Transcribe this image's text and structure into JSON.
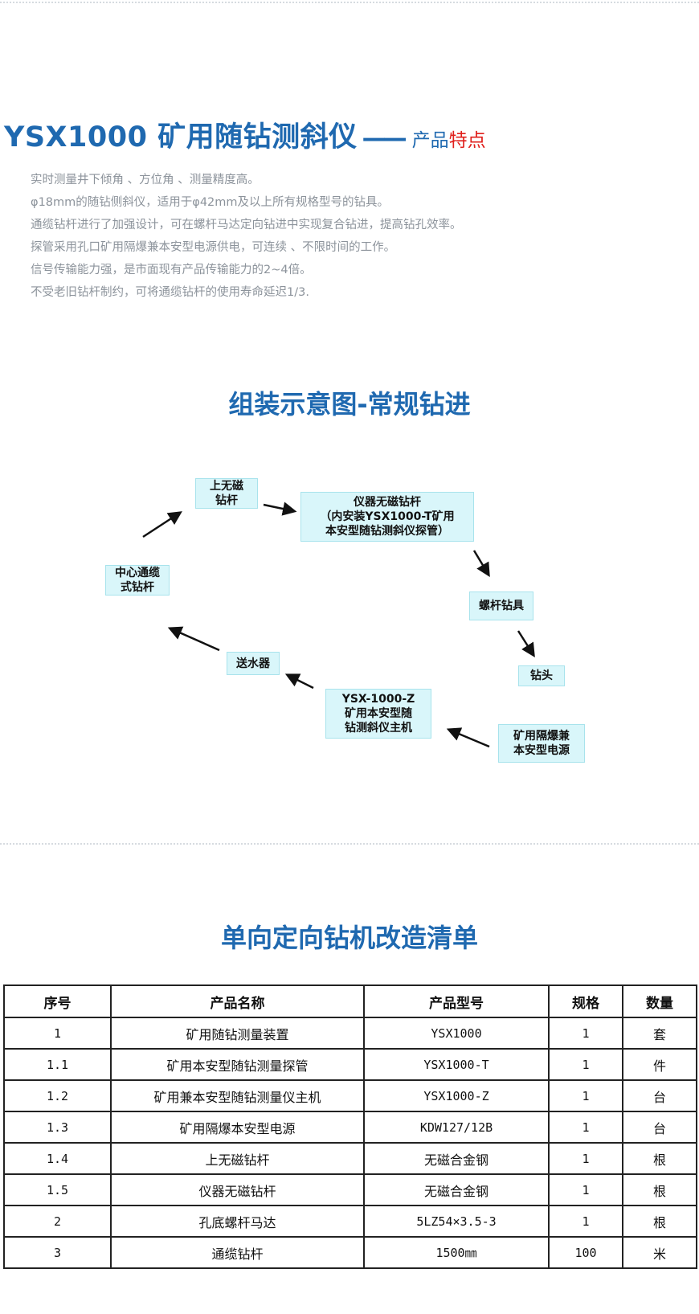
{
  "heading": {
    "title": "YSX1000 矿用随钻测斜仪",
    "dash": "——",
    "subtitle_part1": "产品",
    "subtitle_part2": "特点"
  },
  "features": [
    "实时测量井下倾角 、方位角 、测量精度高。",
    "φ18mm的随钻侧斜仪，适用于φ42mm及以上所有规格型号的钻具。",
    "通缆钻杆进行了加强设计，可在螺杆马达定向钻进中实现复合钻进，提高钻孔效率。",
    "探管采用孔口矿用隔爆兼本安型电源供电，可连续 、不限时间的工作。",
    "信号传输能力强，是市面现有产品传输能力的2~4倍。",
    "不受老旧钻杆制约，可将通缆钻杆的使用寿命延迟1/3."
  ],
  "diagram": {
    "title": "组装示意图-常规钻进",
    "nodes": {
      "upper_nonmag": "上无磁\n钻杆",
      "instrument_nonmag": "仪器无磁钻杆\n（内安装YSX1000-T矿用\n本安型随钻测斜仪探管）",
      "screw_drill": "螺杆钻具",
      "drill_bit": "钻头",
      "power_supply": "矿用隔爆兼\n本安型电源",
      "host": "YSX-1000-Z\n矿用本安型随\n钻测斜仪主机",
      "water_feeder": "送水器",
      "center_cable": "中心通缆\n式钻杆"
    }
  },
  "list": {
    "title": "单向定向钻机改造清单",
    "headers": [
      "序号",
      "产品名称",
      "产品型号",
      "规格",
      "数量"
    ],
    "rows": [
      [
        "1",
        "矿用随钻测量装置",
        "YSX1000",
        "1",
        "套"
      ],
      [
        "1.1",
        "矿用本安型随钻测量探管",
        "YSX1000-T",
        "1",
        "件"
      ],
      [
        "1.2",
        "矿用兼本安型随钻测量仪主机",
        "YSX1000-Z",
        "1",
        "台"
      ],
      [
        "1.3",
        "矿用隔爆本安型电源",
        "KDW127/12B",
        "1",
        "台"
      ],
      [
        "1.4",
        "上无磁钻杆",
        "无磁合金钢",
        "1",
        "根"
      ],
      [
        "1.5",
        "仪器无磁钻杆",
        "无磁合金钢",
        "1",
        "根"
      ],
      [
        "2",
        "孔底螺杆马达",
        "5LZ54×3.5-3",
        "1",
        "根"
      ],
      [
        "3",
        "通缆钻杆",
        "1500㎜",
        "100",
        "米"
      ]
    ]
  }
}
